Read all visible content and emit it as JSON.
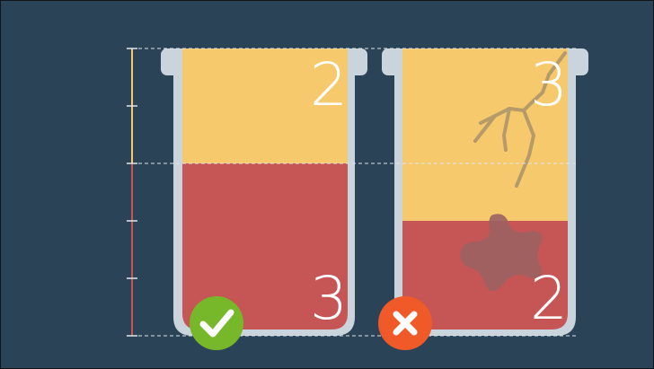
{
  "colors": {
    "background": "#2a4356",
    "jar_glass": "#c9d4dd",
    "yellow_layer": "#f6c96d",
    "red_layer": "#c65556",
    "check_badge": "#76b82a",
    "cross_badge": "#ef5a28",
    "scale_yellow": "#f6c96d",
    "scale_red": "#c65556",
    "guide_line": "#dfe6ea"
  },
  "left_jar": {
    "top_number": "2",
    "bottom_number": "3",
    "badge_icon": "check-icon"
  },
  "right_jar": {
    "top_number": "3",
    "bottom_number": "2",
    "badge_icon": "cross-icon"
  }
}
